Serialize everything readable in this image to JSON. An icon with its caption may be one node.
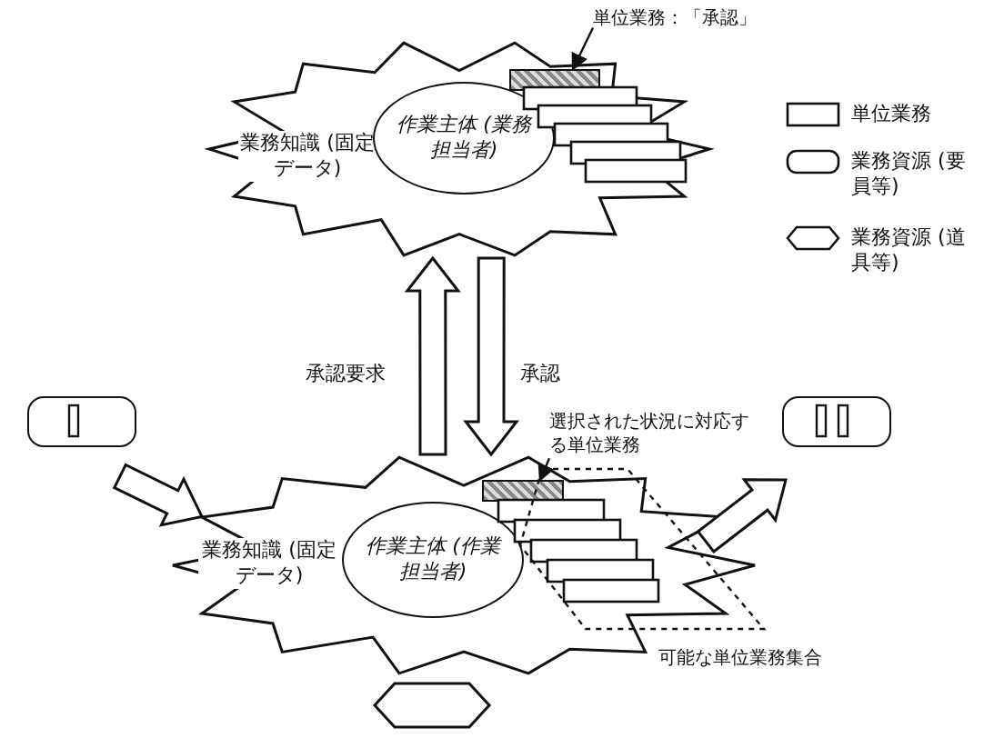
{
  "diagram": {
    "nodes": [
      {
        "text": [
          "業務知識 (固定データ)"
        ]
      },
      {
        "text": [
          "作業主体 (業務担当者)"
        ],
        "in": 0
      },
      {
        "text": [],
        "shape": "box",
        "in": 0
      },
      {
        "text": [
          "単位業務：「承認」"
        ]
      },
      {
        "text": [
          "業務知識 (固定データ)"
        ]
      },
      {
        "text": [
          "作業主体 (作業担当者)"
        ],
        "in": 4
      },
      {
        "text": [],
        "shape": "box",
        "in": 4
      },
      {
        "text": [
          "選択された状況に対応する単位業務"
        ]
      },
      {
        "text": [],
        "shape": "box"
      },
      {
        "text": [],
        "shape": "box"
      },
      {
        "text": [],
        "shape": "hexagon"
      }
    ],
    "edges": [
      {
        "from": 4,
        "to": 0,
        "arrow": "to",
        "label": "承認要求",
        "style": "thick"
      },
      {
        "from": 0,
        "to": 4,
        "arrow": "to",
        "label": "承認",
        "style": "thick"
      },
      {
        "from": null,
        "to": 4,
        "arrow": "to",
        "style": "thick"
      },
      {
        "from": 4,
        "to": null,
        "arrow": "to",
        "style": "thick"
      },
      {
        "from": 3,
        "to": 2,
        "arrow": "to"
      },
      {
        "from": 7,
        "to": 6,
        "arrow": "to"
      }
    ],
    "labels": [
      "可能な単位業務集合"
    ],
    "legend": [
      {
        "text": "単位業務"
      },
      {
        "text": "業務資源 (要員等)"
      },
      {
        "text": "業務資源 (道具等)"
      }
    ]
  }
}
